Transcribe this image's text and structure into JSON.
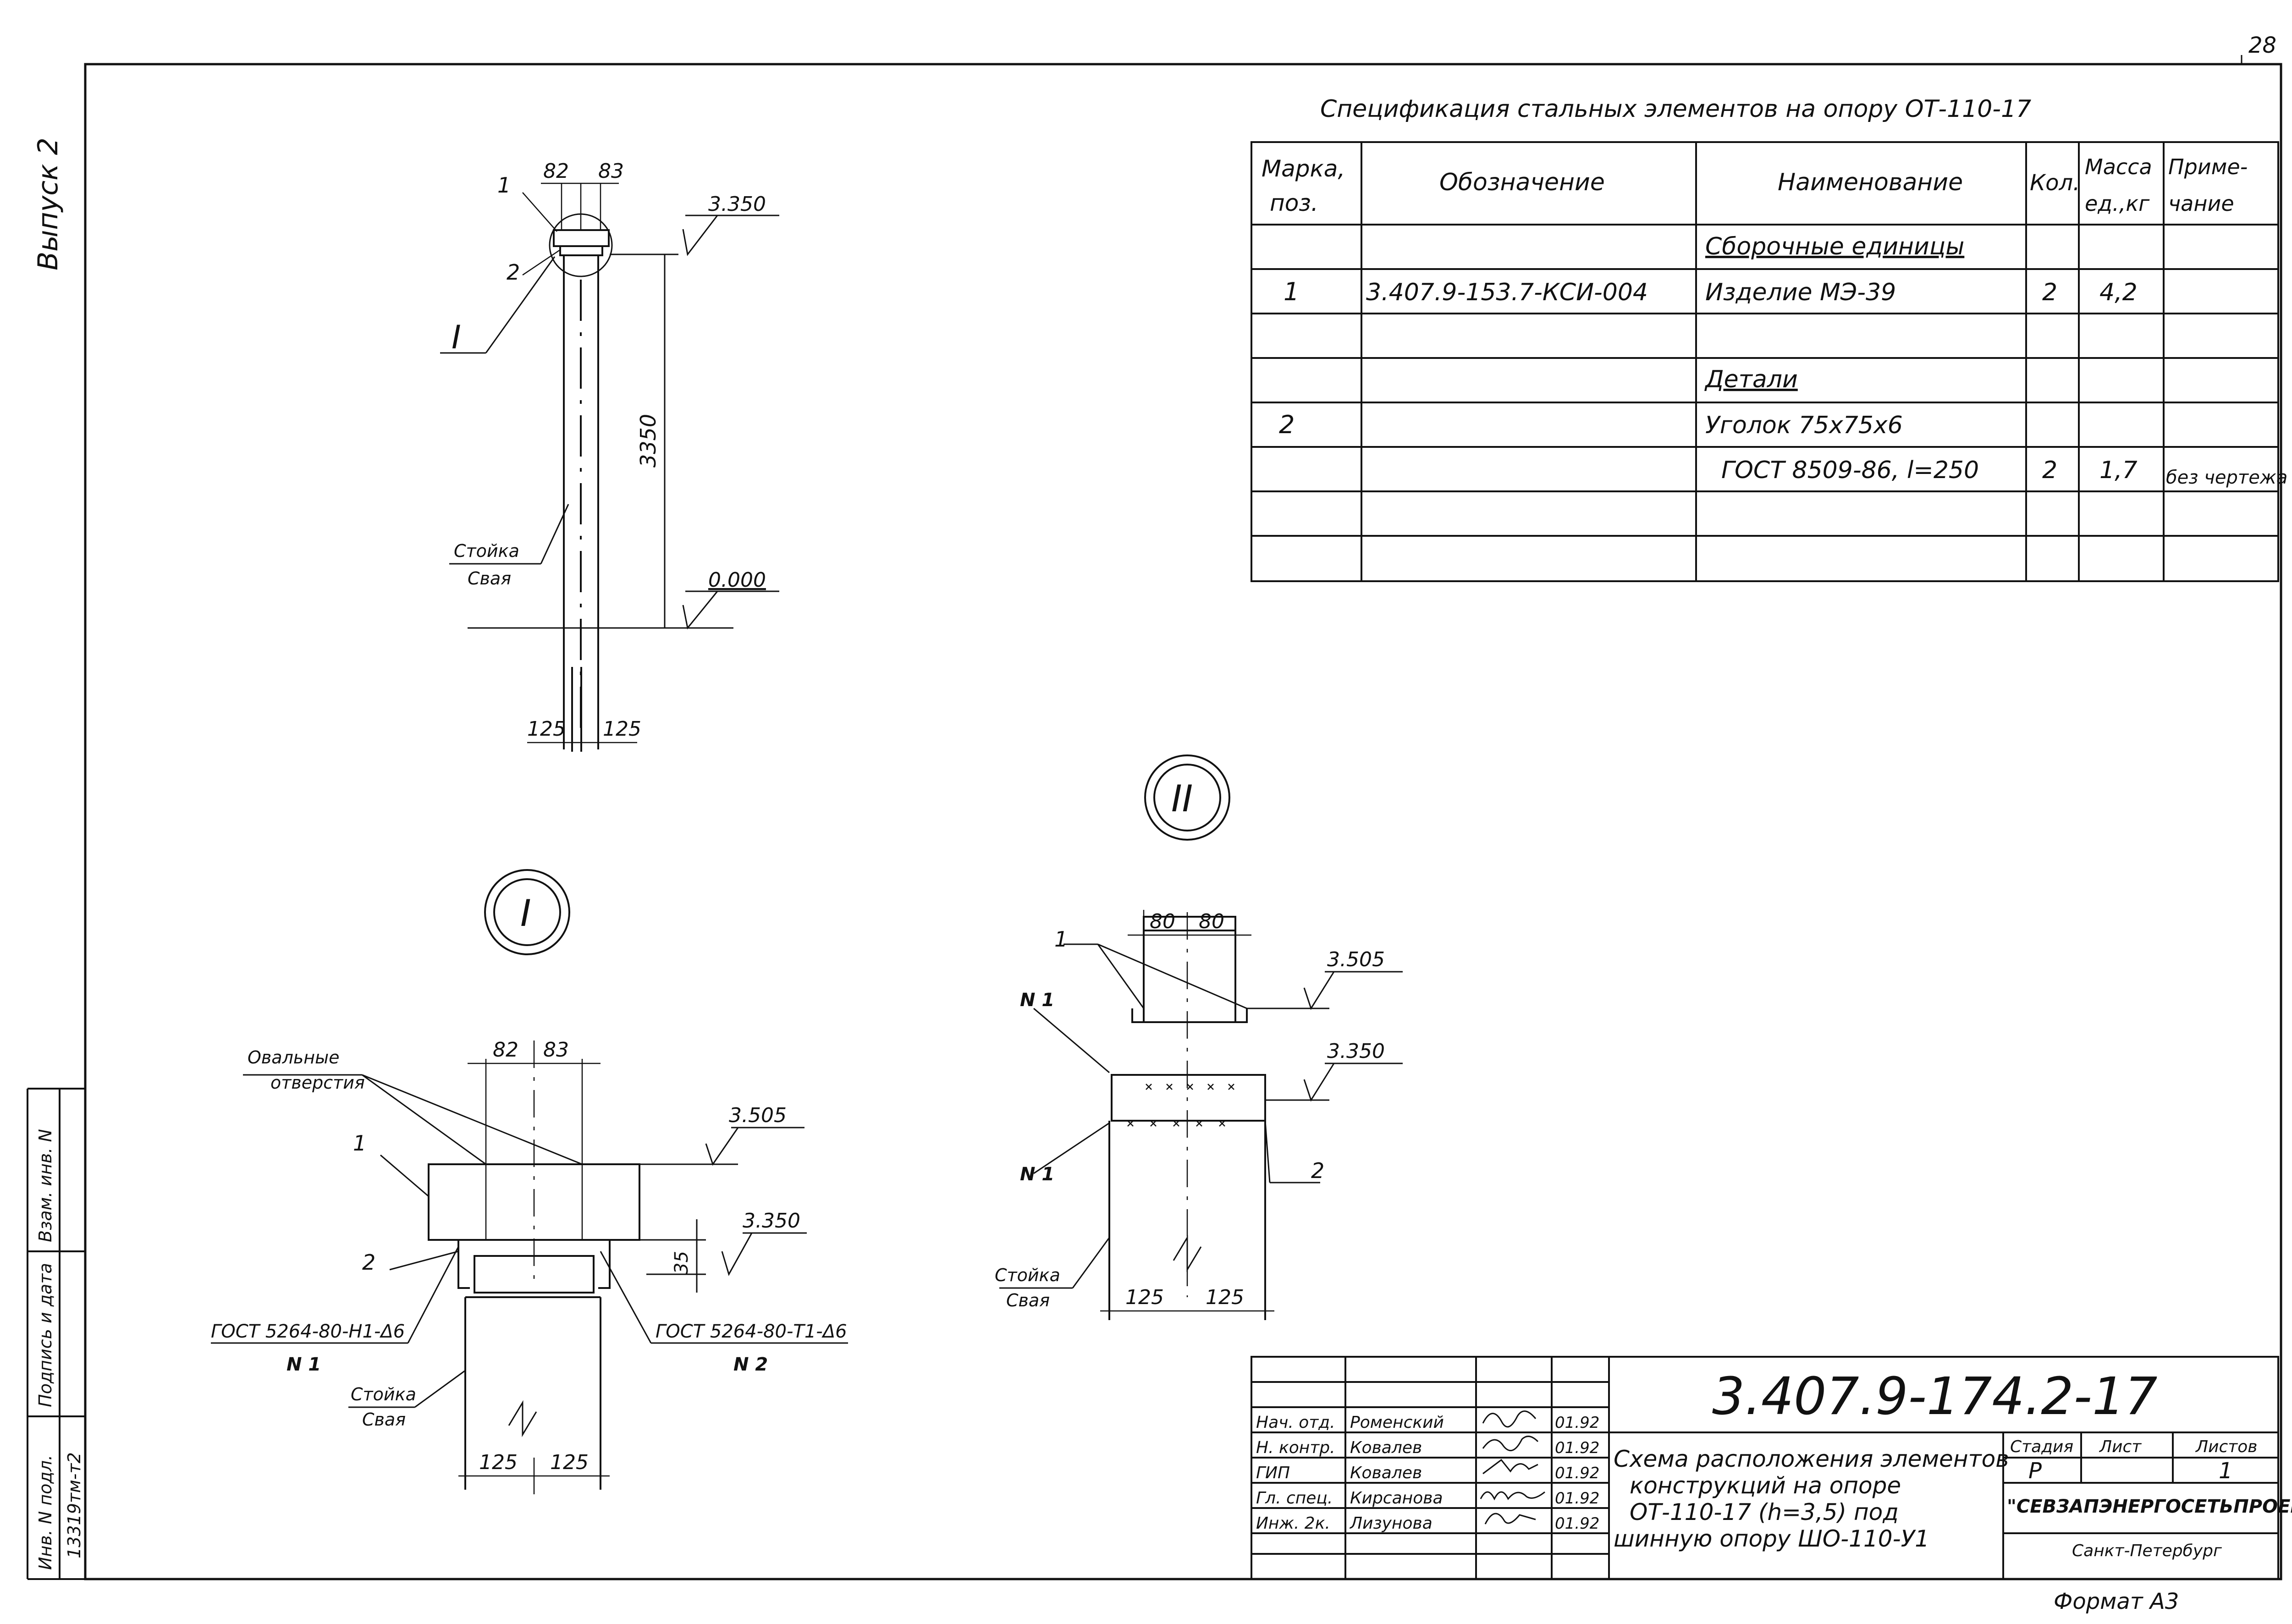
{
  "page_number": "28",
  "margin": {
    "issue": "Выпуск 2",
    "field_inv_exchange": "Взам. инв. N",
    "field_sign_date": "Подпись и дата",
    "field_inv_original": "Инв. N подл.",
    "inv_number": "13319тм-т2"
  },
  "spec": {
    "title": "Спецификация стальных элементов на опору ОТ-110-17",
    "headers": {
      "mark_1": "Марка,",
      "mark_2": "поз.",
      "designation": "Обозначение",
      "name": "Наименование",
      "qty": "Кол.",
      "mass_1": "Масса",
      "mass_2": "ед.,кг",
      "note_1": "Приме-",
      "note_2": "чание"
    },
    "rows": [
      {
        "mark": "",
        "designation": "",
        "name": "Сборочные единицы",
        "qty": "",
        "mass": "",
        "note": ""
      },
      {
        "mark": "1",
        "designation": "3.407.9-153.7-КСИ-004",
        "name": "Изделие МЭ-39",
        "qty": "2",
        "mass": "4,2",
        "note": ""
      },
      {
        "mark": "",
        "designation": "",
        "name": "",
        "qty": "",
        "mass": "",
        "note": ""
      },
      {
        "mark": "",
        "designation": "",
        "name": "Детали",
        "qty": "",
        "mass": "",
        "note": ""
      },
      {
        "mark": "2",
        "designation": "",
        "name": "Уголок 75х75х6",
        "qty": "",
        "mass": "",
        "note": ""
      },
      {
        "mark": "",
        "designation": "",
        "name": "ГОСТ 8509-86, l=250",
        "qty": "2",
        "mass": "1,7",
        "note": "без чертежа"
      },
      {
        "mark": "",
        "designation": "",
        "name": "",
        "qty": "",
        "mass": "",
        "note": ""
      },
      {
        "mark": "",
        "designation": "",
        "name": "",
        "qty": "",
        "mass": "",
        "note": ""
      }
    ]
  },
  "view_main": {
    "dim_82": "82",
    "dim_83": "83",
    "pos1": "1",
    "pos2": "2",
    "callout": "I",
    "level_top": "3.350",
    "height": "3350",
    "level_ground": "0.000",
    "post_1": "Стойка",
    "post_2": "Свая",
    "dim_125_a": "125",
    "dim_125_b": "125"
  },
  "view_I": {
    "circle_label": "I",
    "oval_1": "Овальные",
    "oval_2": "отверстия",
    "dim_82": "82",
    "dim_83": "83",
    "level_top": "3.505",
    "level_low": "3.350",
    "dim_35": "35",
    "pos1": "1",
    "pos2": "2",
    "weld_left": "ГОСТ 5264-80-Н1-Δ6",
    "weld_left_tag": "N 1",
    "weld_right": "ГОСТ 5264-80-Т1-Δ6",
    "weld_right_tag": "N 2",
    "post_1": "Стойка",
    "post_2": "Свая",
    "dim_125_a": "125",
    "dim_125_b": "125"
  },
  "view_II": {
    "circle_label": "II",
    "dim_80_a": "80",
    "dim_80_b": "80",
    "pos1": "1",
    "pos2": "2",
    "n1_a": "N 1",
    "n1_b": "N 1",
    "level_top": "3.505",
    "level_low": "3.350",
    "post_1": "Стойка",
    "post_2": "Свая",
    "dim_125_a": "125",
    "dim_125_b": "125"
  },
  "title_block": {
    "code": "3.407.9-174.2-17",
    "people": [
      {
        "role": "Нач. отд.",
        "name": "Роменский",
        "date": "01.92"
      },
      {
        "role": "Н. контр.",
        "name": "Ковалев",
        "date": "01.92"
      },
      {
        "role": "ГИП",
        "name": "Ковалев",
        "date": "01.92"
      },
      {
        "role": "Гл. спец.",
        "name": "Кирсанова",
        "date": "01.92"
      },
      {
        "role": "Инж. 2к.",
        "name": "Лизунова",
        "date": "01.92"
      }
    ],
    "desc": [
      "Схема расположения элементов",
      "конструкций на опоре",
      "ОТ-110-17 (h=3,5) под",
      "шинную опору ШО-110-У1"
    ],
    "stage_header": "Стадия",
    "sheet_header": "Лист",
    "sheets_header": "Листов",
    "stage": "Р",
    "sheet": "",
    "sheets": "1",
    "org": "\"СЕВЗАПЭНЕРГОСЕТЬПРОЕКТ\"",
    "city": "Санкт-Петербург"
  },
  "format": "Формат А3"
}
